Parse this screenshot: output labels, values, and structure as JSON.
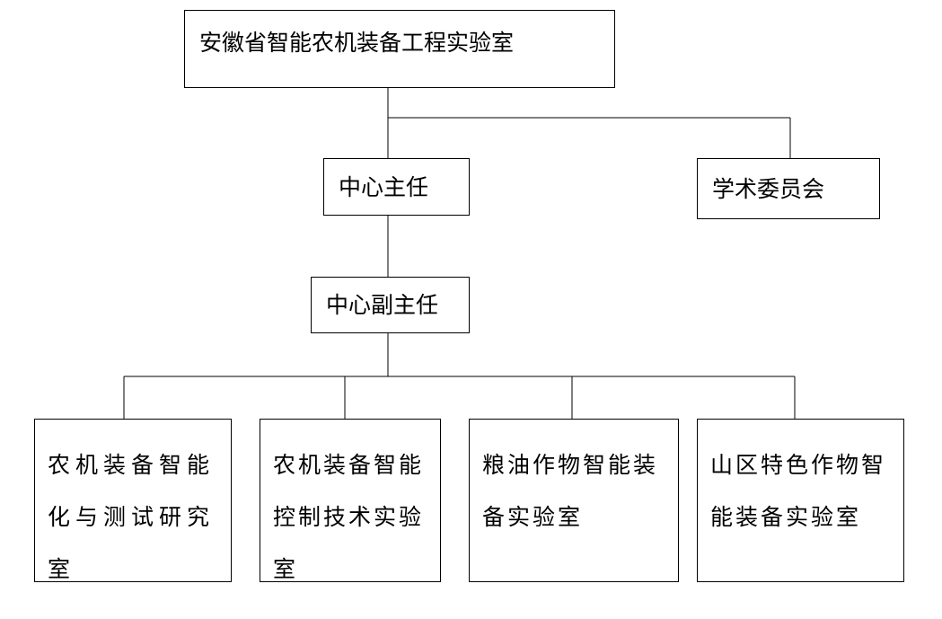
{
  "diagram": {
    "nodes": {
      "root": "安徽省智能农机装备工程实验室",
      "director": "中心主任",
      "committee": "学术委员会",
      "deputy": "中心副主任",
      "labs": [
        "农机装备智能化与测试研究室",
        "农机装备智能控制技术实验室",
        "粮油作物智能装备实验室",
        "山区特色作物智能装备实验室"
      ]
    },
    "edges": [
      [
        "root",
        "director"
      ],
      [
        "root",
        "committee"
      ],
      [
        "director",
        "deputy"
      ],
      [
        "deputy",
        "lab-1"
      ],
      [
        "deputy",
        "lab-2"
      ],
      [
        "deputy",
        "lab-3"
      ],
      [
        "deputy",
        "lab-4"
      ]
    ],
    "colors": {
      "line": "#000000",
      "box_border": "#000000",
      "background": "#ffffff"
    }
  }
}
